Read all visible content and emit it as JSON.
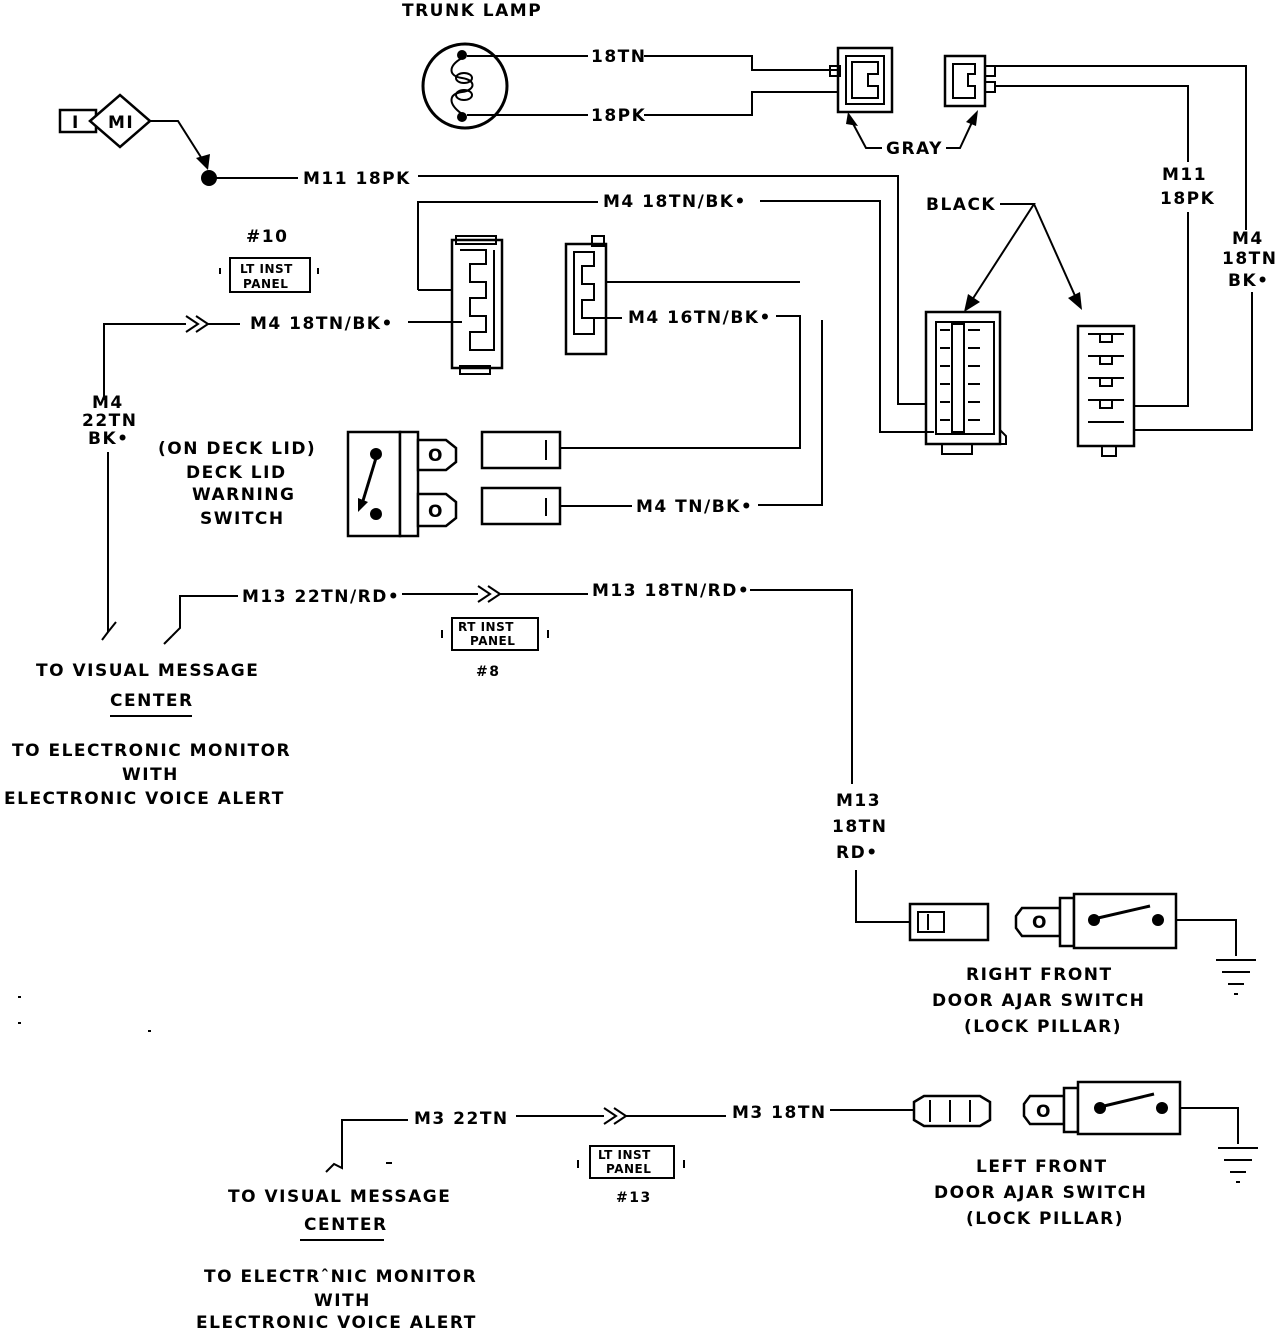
{
  "components": {
    "trunk_lamp": "TRUNK LAMP",
    "gray": "GRAY",
    "black": "BLACK",
    "m1_left": "I",
    "m1_diamond": "MI",
    "lt_inst_panel_top": "LT INST",
    "lt_inst_panel_bottom": "PANEL",
    "lt_panel_ref_1": "#10",
    "rt_inst_panel_top": "RT INST",
    "rt_inst_panel_bottom": "PANEL",
    "rt_panel_ref": "#8",
    "lt_panel_ref_2": "#13",
    "deck_lid_switch": [
      "(ON DECK LID)",
      "DECK LID",
      "WARNING",
      "SWITCH"
    ],
    "rf_door_switch": [
      "RIGHT FRONT",
      "DOOR AJAR SWITCH",
      "(LOCK PILLAR)"
    ],
    "lf_door_switch": [
      "LEFT FRONT",
      "DOOR AJAR SWITCH",
      "(LOCK PILLAR)"
    ],
    "vmc_1": [
      "TO VISUAL MESSAGE",
      "CENTER"
    ],
    "emon_1": [
      "TO ELECTRONIC MONITOR",
      "WITH",
      "ELECTRONIC VOICE ALERT"
    ],
    "vmc_2": [
      "TO VISUAL MESSAGE",
      "CENTER"
    ],
    "emon_2": [
      "TO ELECTRˆNIC MONITOR",
      "WITH",
      "ELECTRONIC VOICE ALERT"
    ]
  },
  "wires": {
    "lamp_tn": "18TN",
    "lamp_pk": "18PK",
    "m11_horizontal": "M11  18PK",
    "m11_vertical": [
      "M11",
      "18PK"
    ],
    "m4_right_vertical": [
      "M4",
      "18TN",
      "BK•"
    ],
    "m4_top": "M4  18TN/BK•",
    "m4_left_panel": "M4  18TN/BK•",
    "m4_middle": "M4  16TN/BK•",
    "m4_left_vertical": [
      "M4",
      "22TN",
      "BK•"
    ],
    "m4_deck": "M4  TN/BK•",
    "m13_22": "M13  22TN/RD•",
    "m13_18": "M13  18TN/RD•",
    "m13_vertical": [
      "M13",
      "18TN",
      "RD•"
    ],
    "m3_22": "M3  22TN",
    "m3_18": "M3  18TN"
  },
  "connector_marks": {
    "deck_top": "O",
    "deck_bottom": "O",
    "rf_switch": "O",
    "lf_switch": "O"
  }
}
